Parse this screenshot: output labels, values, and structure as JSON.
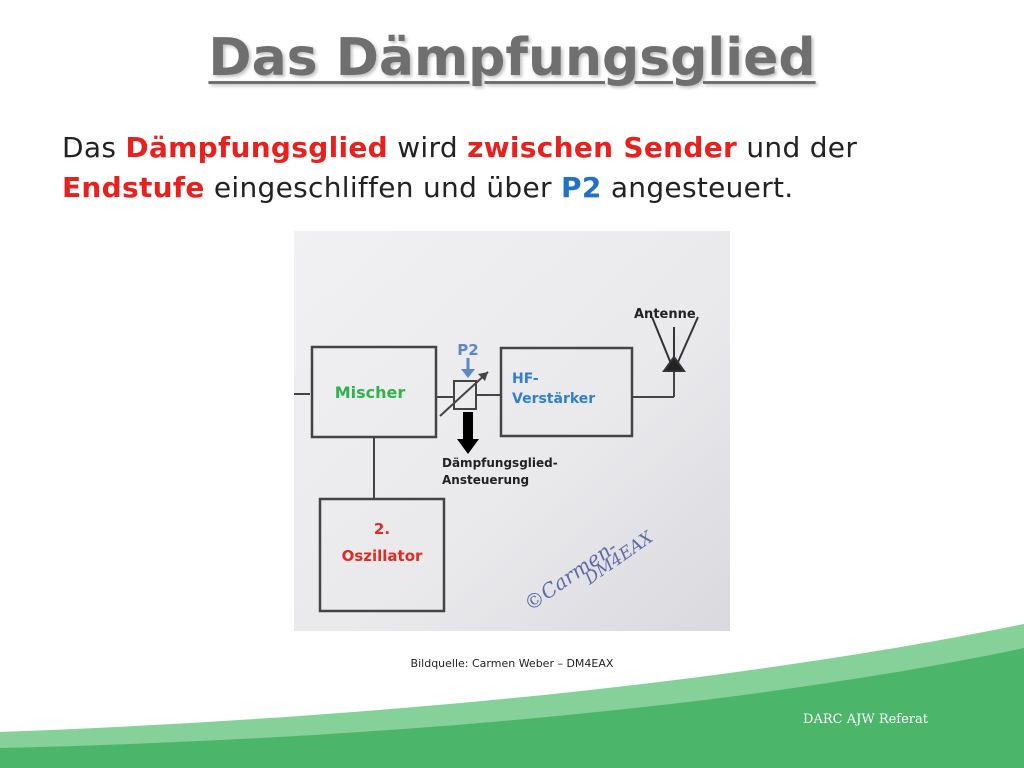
{
  "slide": {
    "title": "Das Dämpfungsglied",
    "body": {
      "t1": "Das ",
      "h1": "Dämpfungsglied",
      "t2": " wird ",
      "h2": "zwischen Sender",
      "t3": " und der ",
      "h3": "Endstufe",
      "t4": " eingeschliffen und über ",
      "h4": "P2",
      "t5": " angesteuert."
    },
    "caption": "Bildquelle: Carmen Weber – DM4EAX",
    "footer": "DARC AJW Referat"
  },
  "diagram": {
    "antenna_label": "Antenne",
    "p2_label": "P2",
    "mixer_label": "Mischer",
    "hf_label_1": "HF-",
    "hf_label_2": "Verstärker",
    "control_label_1": "Dämpfungsglied-",
    "control_label_2": "Ansteuerung",
    "osc_label_1": "2.",
    "osc_label_2": "Oszillator",
    "signature_1": "©Carmen-",
    "signature_2": "DM4EAX"
  },
  "colors": {
    "highlight_red": "#e8211f",
    "highlight_blue": "#1f72c8",
    "title_gray": "#6f6f6f",
    "mixer_green": "#2fb34a",
    "osc_red": "#e22a22",
    "hf_blue": "#2f7fd0",
    "footer_green": "#3ea85a"
  }
}
